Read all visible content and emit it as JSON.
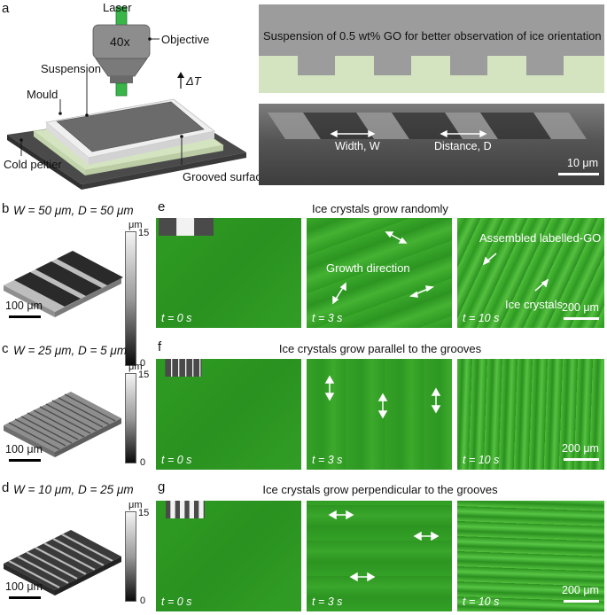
{
  "panel_labels": {
    "a": "a",
    "b": "b",
    "c": "c",
    "d": "d",
    "e": "e",
    "f": "f",
    "g": "g"
  },
  "schematic": {
    "laser": "Laser",
    "objective_mag": "40x",
    "objective": "Objective",
    "suspension": "Suspension",
    "mould": "Mould",
    "delta_t": "ΔT",
    "cold_peltier": "Cold peltier",
    "grooved_surface": "Grooved surface"
  },
  "cross_section": {
    "banner": "Suspension of 0.5 wt% GO for better observation of ice orientation",
    "width": "Width, W",
    "distance": "Distance, D",
    "scale": "10 μm"
  },
  "rows": [
    {
      "param": "W = 50 μm, D = 50 μm",
      "title": "Ice crystals grow randomly",
      "scale_3d": "100 μm",
      "t0": "t = 0 s",
      "t1": "t = 3 s",
      "t2": "t = 10 s",
      "scale": "200 μm",
      "annot1": "Growth direction",
      "annot2": "Assembled labelled-GO",
      "annot3": "Ice crystals"
    },
    {
      "param": "W = 25 μm, D = 5 μm",
      "title": "Ice crystals grow parallel to the grooves",
      "scale_3d": "100 μm",
      "t0": "t = 0 s",
      "t1": "t = 3 s",
      "t2": "t = 10 s",
      "scale": "200 μm"
    },
    {
      "param": "W = 10 μm, D = 25 μm",
      "title": "Ice crystals grow perpendicular to the grooves",
      "scale_3d": "100 μm",
      "t0": "t = 0 s",
      "t1": "t = 3 s",
      "t2": "t = 10 s",
      "scale": "200 μm"
    }
  ],
  "colorbar": {
    "unit": "μm",
    "max": "15",
    "min": "0"
  },
  "colors": {
    "green": "#2f9a22",
    "gray": "#9c9c9c",
    "pale_green": "#d4e3c0",
    "mould": "#e8e8e8"
  }
}
